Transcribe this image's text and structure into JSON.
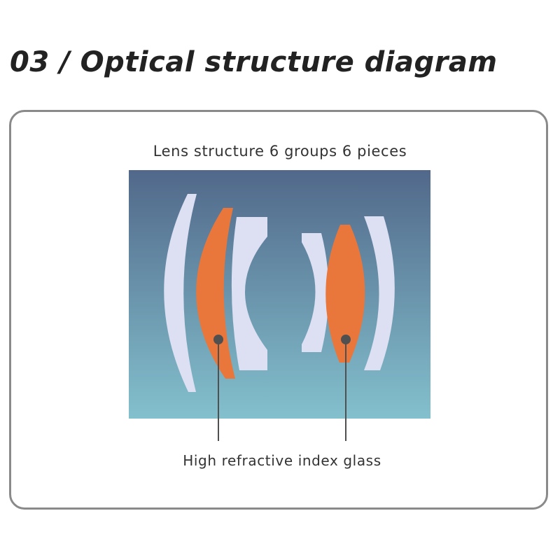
{
  "heading": "03 / Optical structure diagram",
  "diagram": {
    "structure_label": "Lens structure 6 groups 6 pieces",
    "callout_label": "High refractive index glass",
    "lens_count": 6,
    "group_count": 6,
    "highlighted_elements": [
      2,
      5
    ],
    "colors": {
      "background_top": "#51688a",
      "background_bottom": "#83c0cd",
      "standard_glass": "#dddff2",
      "high_refractive_glass": "#e9773b",
      "callout": "#505050",
      "panel_border": "#8a8a8a"
    }
  }
}
